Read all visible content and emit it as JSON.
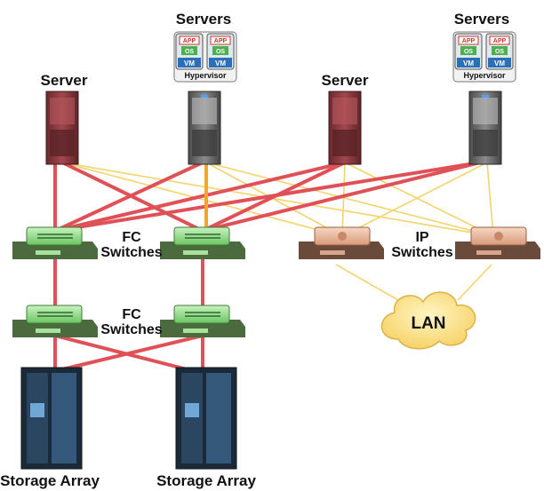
{
  "labels": {
    "servers_left": "Servers",
    "servers_right": "Servers",
    "server_left": "Server",
    "server_mid": "Server",
    "fc_switches_top_1": "FC",
    "fc_switches_top_2": "Switches",
    "fc_switches_bottom_1": "FC",
    "fc_switches_bottom_2": "Switches",
    "ip_switches_1": "IP",
    "ip_switches_2": "Switches",
    "lan": "LAN",
    "storage_left": "Storage Array",
    "storage_right": "Storage Array"
  },
  "vm_stack": {
    "app": "APP",
    "os": "OS",
    "vm": "VM",
    "hypervisor": "Hypervisor"
  },
  "colors": {
    "fc_link": "#e05157",
    "ip_link": "#f3d46b",
    "highlight_link": "#f5a623",
    "fc_switch": "#8fd88a",
    "ip_switch": "#e8b79a",
    "lan_cloud": "#fbe38a",
    "server_red": "#8e3b3f",
    "server_gray": "#6d6d6d",
    "storage": "#1f3a52",
    "vm_blue": "#2a6fb7",
    "app_red": "#c0392b"
  }
}
